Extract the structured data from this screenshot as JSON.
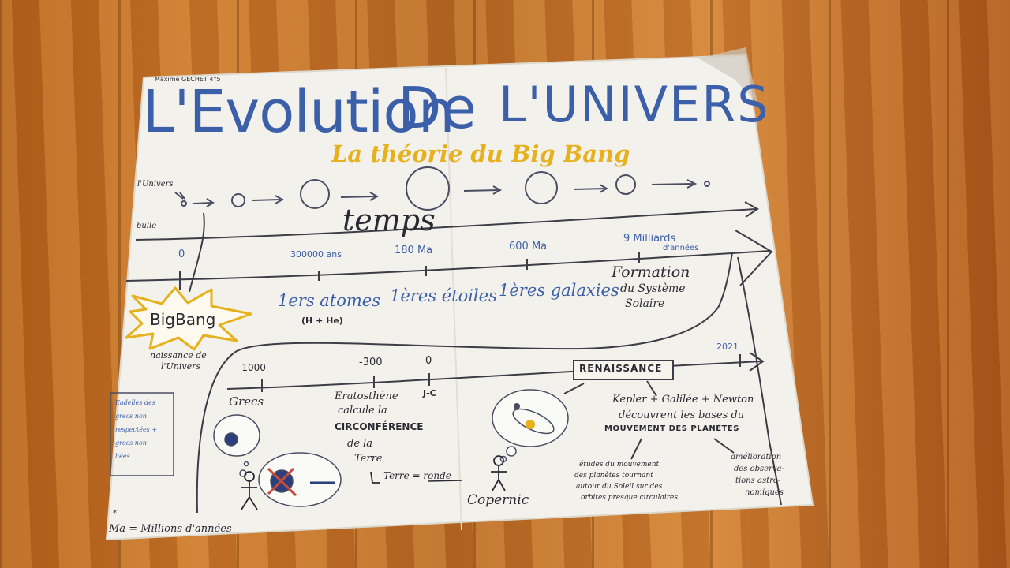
{
  "poster": {
    "author": "Maxime GECHET 4°5",
    "title_part1": "L'Evolution",
    "title_part2": "De",
    "title_part3": "L'UNIVERS",
    "subtitle": "La théorie du Big Bang",
    "univers_label": "l'Univers",
    "bulle_label": "bulle",
    "temps_label": "temps",
    "timeline1": {
      "t0": "0",
      "t1": "300000 ans",
      "t2": "180 Ma",
      "t3": "600 Ma",
      "t4_line1": "9 Milliards",
      "t4_line2": "d'années"
    },
    "events1": {
      "e1": "1ers atomes",
      "e1_sub": "(H + He)",
      "e2": "1ères étoiles",
      "e3": "1ères galaxies",
      "e4_line1": "Formation",
      "e4_line2": "du Système",
      "e4_line3": "Solaire"
    },
    "bigbang": {
      "label": "BigBang",
      "caption_line1": "naissance de",
      "caption_line2": "l'Univers"
    },
    "timeline2": {
      "t1": "-1000",
      "t2": "-300",
      "t3": "0",
      "t4": "2021"
    },
    "grecs": {
      "label": "Grecs",
      "box_line1": "Eadelles des",
      "box_line2": "grecs non",
      "box_line3": "respectées +",
      "box_line4": "grecs non",
      "box_line5": "liées"
    },
    "eratosthene": {
      "line1": "Eratosthène",
      "line2": "calcule la",
      "line3": "CIRCONFÉRENCE",
      "line4": "de la",
      "line5": "Terre",
      "result": "Terre = ronde"
    },
    "jc_label": "J-C",
    "copernic_label": "Copernic",
    "renaissance_label": "RENAISSANCE",
    "kepler": {
      "line1": "Kepler + Galilée + Newton",
      "line2": "découvrent les bases du",
      "line3": "MOUVEMENT DES PLANÈTES"
    },
    "etudes": {
      "line1": "études du mouvement",
      "line2": "des planètes tournant",
      "line3": "autour du Soleil sur des",
      "line4": "orbites presque circulaires"
    },
    "amelioration": {
      "line1": "amélioration",
      "line2": "des observa-",
      "line3": "tions astro-",
      "line4": "nomiques"
    },
    "footnote_star": "*",
    "footnote": "Ma = Millions d'années"
  },
  "colors": {
    "wood": "#c0702a",
    "paper": "#f4f1ea",
    "ink_blue": "#3b5fa8",
    "ink_dark": "#2a2a33",
    "ink_yellow": "#e6b11d"
  }
}
